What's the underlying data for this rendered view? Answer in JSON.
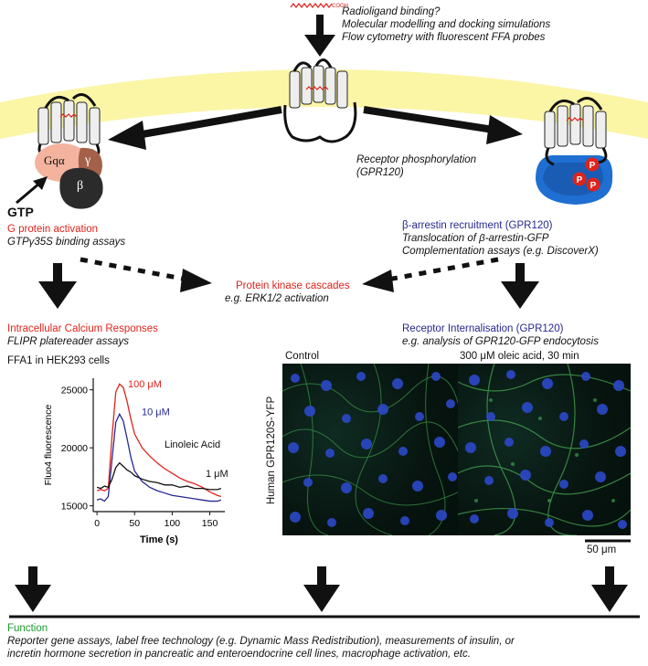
{
  "top_notes": {
    "ligand": "COOH",
    "line1": "Radioligand binding?",
    "line2": "Molecular modelling and docking simulations",
    "line3": "Flow cytometry with fluorescent FFA probes"
  },
  "receptor_phosphorylation": {
    "line1": "Receptor phosphorylation",
    "line2": "(GPR120)"
  },
  "gprotein": {
    "gtp": "GTP",
    "alpha": "Gqα",
    "gamma": "γ",
    "beta": "β",
    "title": "G protein activation",
    "subtitle": "GTPγ35S binding assays"
  },
  "phospho_p": "P",
  "arrestin": {
    "title": "β-arrestin recruitment (GPR120)",
    "line1": "Translocation of β-arrestin-GFP",
    "line2": "Complementation assays (e.g. DiscoverX)"
  },
  "kinase": {
    "title": "Protein kinase cascades",
    "subtitle": "e.g. ERK1/2 activation"
  },
  "calcium": {
    "title": "Intracellular Calcium Responses",
    "subtitle": "FLIPR platereader assays",
    "cell_note": "FFA1 in HEK293 cells"
  },
  "internalisation": {
    "title": "Receptor Internalisation (GPR120)",
    "subtitle": "e.g. analysis of GPR120-GFP endocytosis",
    "control": "Control",
    "treated": "300 μM oleic acid, 30 min",
    "side_label": "Human GPR120S-YFP",
    "scale": "50 μm"
  },
  "chart_data": {
    "type": "line",
    "title": "",
    "xlabel": "Time (s)",
    "ylabel": "Fluo4 fluorescence",
    "xlim": [
      -5,
      170
    ],
    "ylim": [
      14500,
      26000
    ],
    "xticks": [
      0,
      50,
      100,
      150
    ],
    "yticks": [
      15000,
      20000,
      25000
    ],
    "annotation": "Linoleic Acid",
    "series": [
      {
        "name": "100 μM",
        "color": "#e0231b",
        "x": [
          0,
          5,
          10,
          15,
          20,
          25,
          30,
          35,
          40,
          45,
          50,
          60,
          70,
          80,
          90,
          100,
          110,
          120,
          130,
          140,
          150,
          160,
          165
        ],
        "y": [
          16300,
          16400,
          16300,
          16500,
          21000,
          24800,
          25500,
          25200,
          24000,
          22500,
          21200,
          20000,
          19300,
          18700,
          18200,
          17800,
          17400,
          17100,
          16900,
          16600,
          16200,
          15900,
          15800
        ]
      },
      {
        "name": "10 μM",
        "color": "#27288f",
        "x": [
          0,
          5,
          10,
          15,
          20,
          25,
          30,
          35,
          40,
          45,
          50,
          60,
          70,
          80,
          90,
          100,
          110,
          120,
          130,
          140,
          150,
          160,
          165
        ],
        "y": [
          15500,
          15600,
          15400,
          15800,
          19000,
          22200,
          22900,
          22300,
          20800,
          19200,
          18000,
          17100,
          16600,
          16300,
          16100,
          15900,
          15800,
          15700,
          15600,
          15500,
          15400,
          15400,
          15500
        ]
      },
      {
        "name": "1 μM",
        "color": "#111111",
        "x": [
          0,
          5,
          10,
          15,
          20,
          25,
          30,
          35,
          40,
          45,
          50,
          60,
          70,
          80,
          90,
          100,
          110,
          120,
          130,
          140,
          150,
          160,
          165
        ],
        "y": [
          16600,
          16500,
          16700,
          16600,
          17300,
          18300,
          18700,
          18400,
          18100,
          17900,
          17600,
          17300,
          17100,
          17000,
          16800,
          16800,
          16600,
          16700,
          16500,
          16500,
          16400,
          16400,
          16500
        ]
      }
    ]
  },
  "function": {
    "title": "Function",
    "line1": "Reporter gene assays, label free technology (e.g. Dynamic Mass Redistribution), measurements of insulin, or",
    "line2": "incretin hormone secretion in pancreatic and enteroendocrine cell lines, macrophage activation, etc."
  }
}
